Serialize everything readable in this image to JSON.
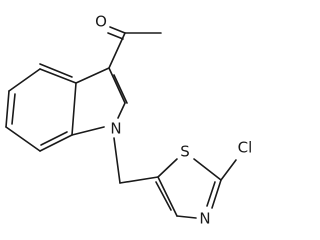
{
  "atoms": {
    "oxygen": "O",
    "nitrogen_indole": "N",
    "sulfur": "S",
    "chlorine": "Cl",
    "nitrogen_thiazole": "N"
  }
}
